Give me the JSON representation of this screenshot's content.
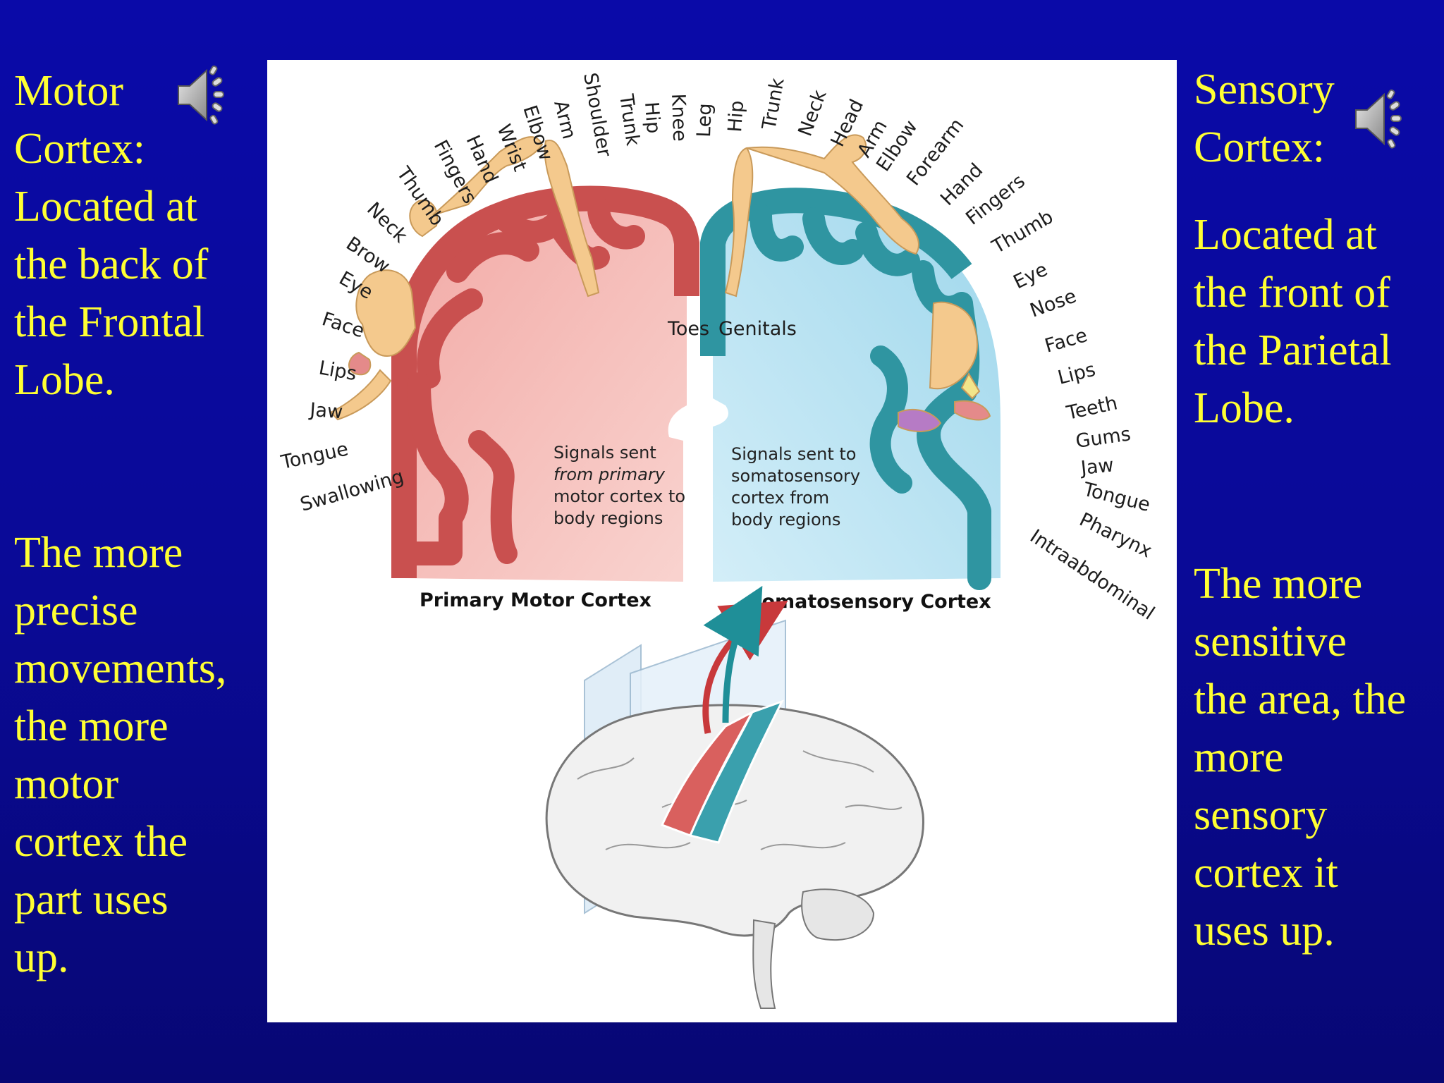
{
  "motor": {
    "heading_lines": [
      "Motor",
      "Cortex:",
      "Located at",
      "the back of",
      "the Frontal",
      "Lobe."
    ],
    "note_lines": [
      "The more",
      "precise",
      "movements,",
      "the more",
      "motor",
      "cortex the",
      "part uses",
      "up."
    ],
    "speaker_icon": "speaker-icon"
  },
  "sensory": {
    "heading_lines": [
      "Sensory",
      "Cortex:"
    ],
    "location_lines": [
      "Located at",
      "the front of",
      "the Parietal",
      "Lobe."
    ],
    "note_lines": [
      "The more",
      "sensitive",
      "the area, the",
      "more",
      "sensory",
      "cortex it",
      "uses up."
    ],
    "speaker_icon": "speaker-icon"
  },
  "diagram": {
    "motor_body_labels": [
      "Swallowing",
      "Tongue",
      "Jaw",
      "Lips",
      "Face",
      "Eye",
      "Brow",
      "Neck",
      "Thumb",
      "Fingers",
      "Hand",
      "Wrist",
      "Elbow",
      "Arm",
      "Shoulder",
      "Trunk",
      "Hip",
      "Knee",
      "Toes"
    ],
    "sensory_body_labels": [
      "Genitals",
      "Leg",
      "Hip",
      "Trunk",
      "Neck",
      "Head",
      "Arm",
      "Elbow",
      "Forearm",
      "Hand",
      "Fingers",
      "Thumb",
      "Eye",
      "Nose",
      "Face",
      "Lips",
      "Teeth",
      "Gums",
      "Jaw",
      "Tongue",
      "Pharynx",
      "Intraabdominal"
    ],
    "motor_caption": [
      "Signals sent",
      "from primary",
      "motor cortex to",
      "body regions"
    ],
    "sensory_caption": [
      "Signals sent to",
      "somatosensory",
      "cortex from",
      "body regions"
    ],
    "motor_title": "Primary Motor Cortex",
    "sensory_title": "Somatosensory Cortex"
  },
  "colors": {
    "background": "#0a0aa8",
    "text": "#ffff33",
    "motor": "#d9605e",
    "motor_light": "#f6c6c2",
    "sensory": "#3aa0ad",
    "sensory_light": "#bfe6f4"
  }
}
